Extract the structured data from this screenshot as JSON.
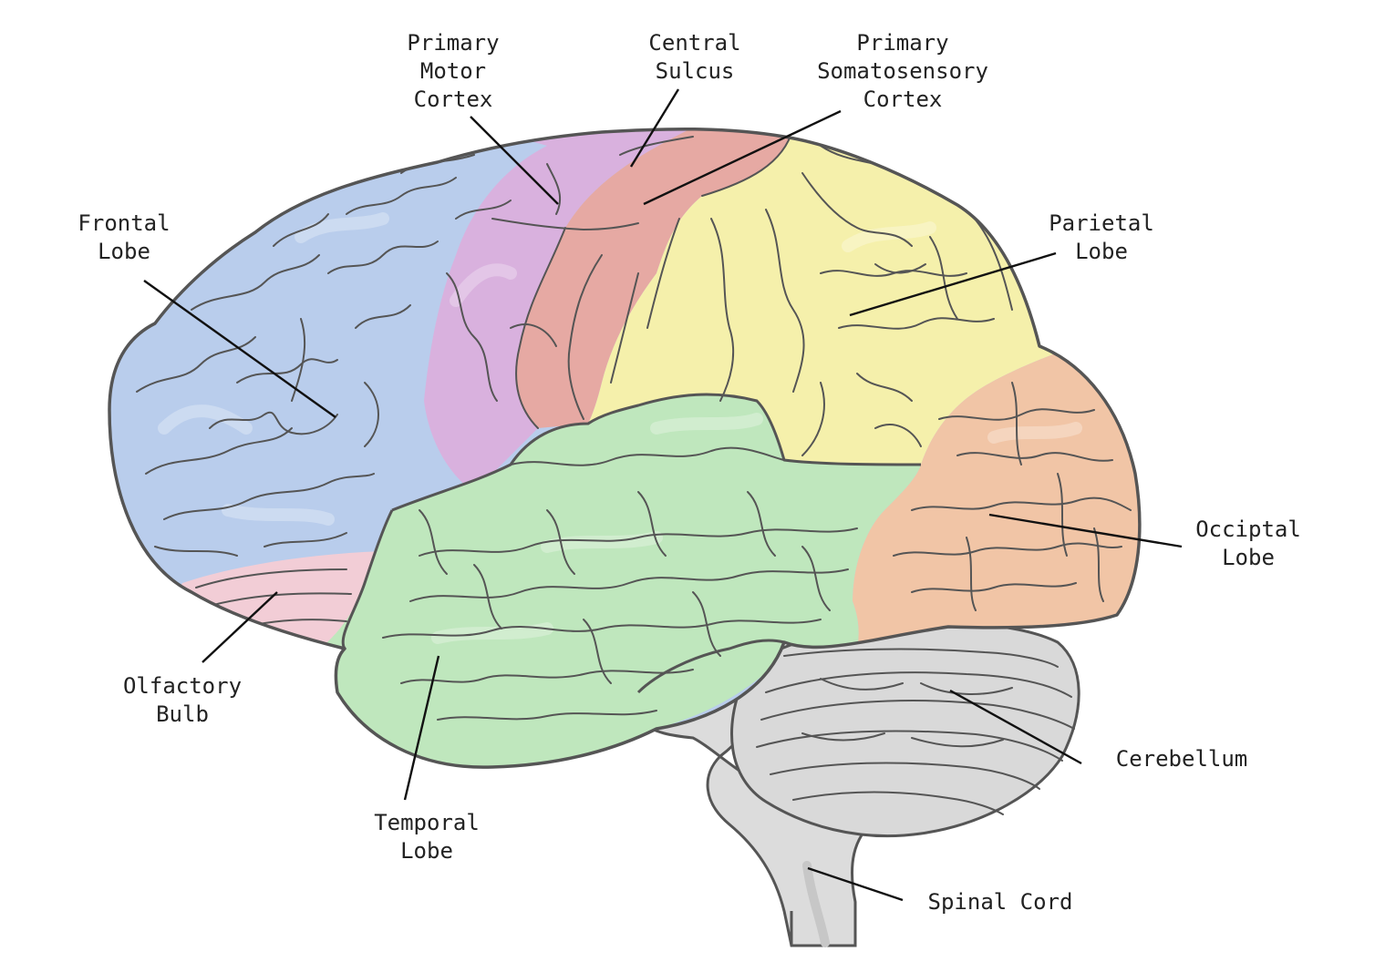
{
  "diagram": {
    "colors": {
      "frontal": "#b9cdec",
      "motor": "#d9b1de",
      "somatosensory": "#e6a9a3",
      "parietal": "#f5f0ab",
      "occipital": "#f1c5a6",
      "temporal": "#bfe7bd",
      "olfactory": "#f2cdd6",
      "cerebellum": "#d9d9d9",
      "outline": "#555555",
      "leader": "#111111"
    },
    "labels": {
      "primary_motor_cortex": [
        "Primary",
        "Motor",
        "Cortex"
      ],
      "central_sulcus": [
        "Central",
        "Sulcus"
      ],
      "primary_somatosensory_cortex": [
        "Primary",
        "Somatosensory",
        "Cortex"
      ],
      "frontal_lobe": [
        "Frontal",
        "Lobe"
      ],
      "parietal_lobe": [
        "Parietal",
        "Lobe"
      ],
      "occipital_lobe": [
        "Occiptal",
        "Lobe"
      ],
      "olfactory_bulb": [
        "Olfactory",
        "Bulb"
      ],
      "cerebellum": [
        "Cerebellum"
      ],
      "temporal_lobe": [
        "Temporal",
        "Lobe"
      ],
      "spinal_cord": [
        "Spinal Cord"
      ]
    }
  }
}
